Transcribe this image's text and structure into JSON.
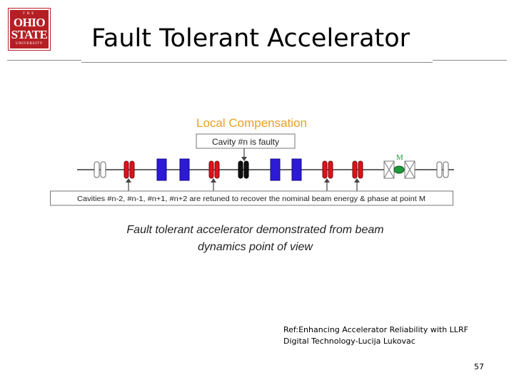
{
  "slide": {
    "title": "Fault Tolerant Accelerator",
    "caption_line1": "Fault tolerant accelerator demonstrated from beam",
    "caption_line2": "dynamics point of view",
    "reference_line1": "Ref:Enhancing Accelerator Reliability with LLRF",
    "reference_line2": "Digital Technology-Lucija Lukovac",
    "page_number": "57"
  },
  "logo": {
    "top": "THE",
    "line1": "OHIO",
    "line2": "STATE",
    "line3": "UNIVERSITY"
  },
  "diagram": {
    "heading": "Local Compensation",
    "faulty_label": "Cavity #n is faulty",
    "point_label": "M",
    "retune_label": "Cavities #n-2, #n-1, #n+1, #n+2 are retuned to recover the nominal beam energy & phase at point M"
  },
  "colors": {
    "heading": "#e8a020",
    "retuned_cavity": "#e0101a",
    "faulty_cavity": "#111111",
    "magnet": "#2c1ad6",
    "point_marker": "#1e9a3a",
    "logo_bg": "#b51f24"
  }
}
